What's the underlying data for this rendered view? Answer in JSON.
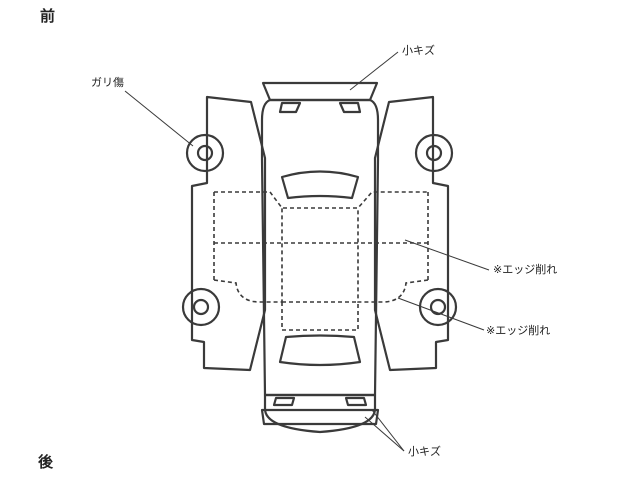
{
  "direction": {
    "front": "前",
    "rear": "後"
  },
  "annotations": [
    {
      "id": "front-bumper-scratch",
      "text": "小キズ"
    },
    {
      "id": "front-left-wheel-scrape",
      "text": "ガリ傷"
    },
    {
      "id": "right-side-upper-edge-chip",
      "text": "※エッジ削れ"
    },
    {
      "id": "right-side-lower-edge-chip",
      "text": "※エッジ削れ"
    },
    {
      "id": "rear-bumper-scratch",
      "text": "小キズ"
    }
  ],
  "colors": {
    "outline": "#3a3a3a",
    "leader": "#3a3a3a",
    "text": "#222222",
    "background": "#ffffff"
  }
}
